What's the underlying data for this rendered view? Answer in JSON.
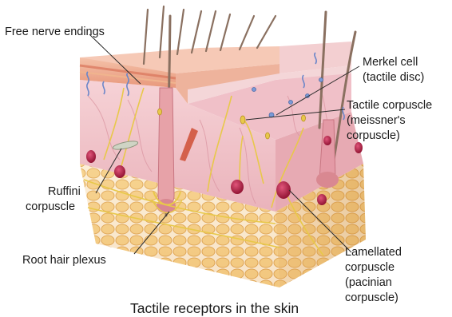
{
  "diagram": {
    "caption": "Tactile receptors in the skin",
    "labels": {
      "free_nerve": "Free nerve endings",
      "merkel_1": "Merkel cell",
      "merkel_2": "(tactile disc)",
      "meissner_1": "Tactile corpuscle",
      "meissner_2": "(meissner's",
      "meissner_3": "corpuscle)",
      "ruffini_1": "Ruffini",
      "ruffini_2": "corpuscle",
      "root_hair": "Root hair plexus",
      "lamellated_1": "Lamellated",
      "lamellated_2": "corpuscle",
      "lamellated_3": "(pacinian",
      "lamellated_4": "corpuscle)"
    },
    "colors": {
      "epidermis": "#e9a28a",
      "dermis": "#f2c6c8",
      "fat": "#f3c77e",
      "nerve": "#e8c84a",
      "corpuscle": "#a8173c",
      "hair": "#8a7060"
    }
  }
}
